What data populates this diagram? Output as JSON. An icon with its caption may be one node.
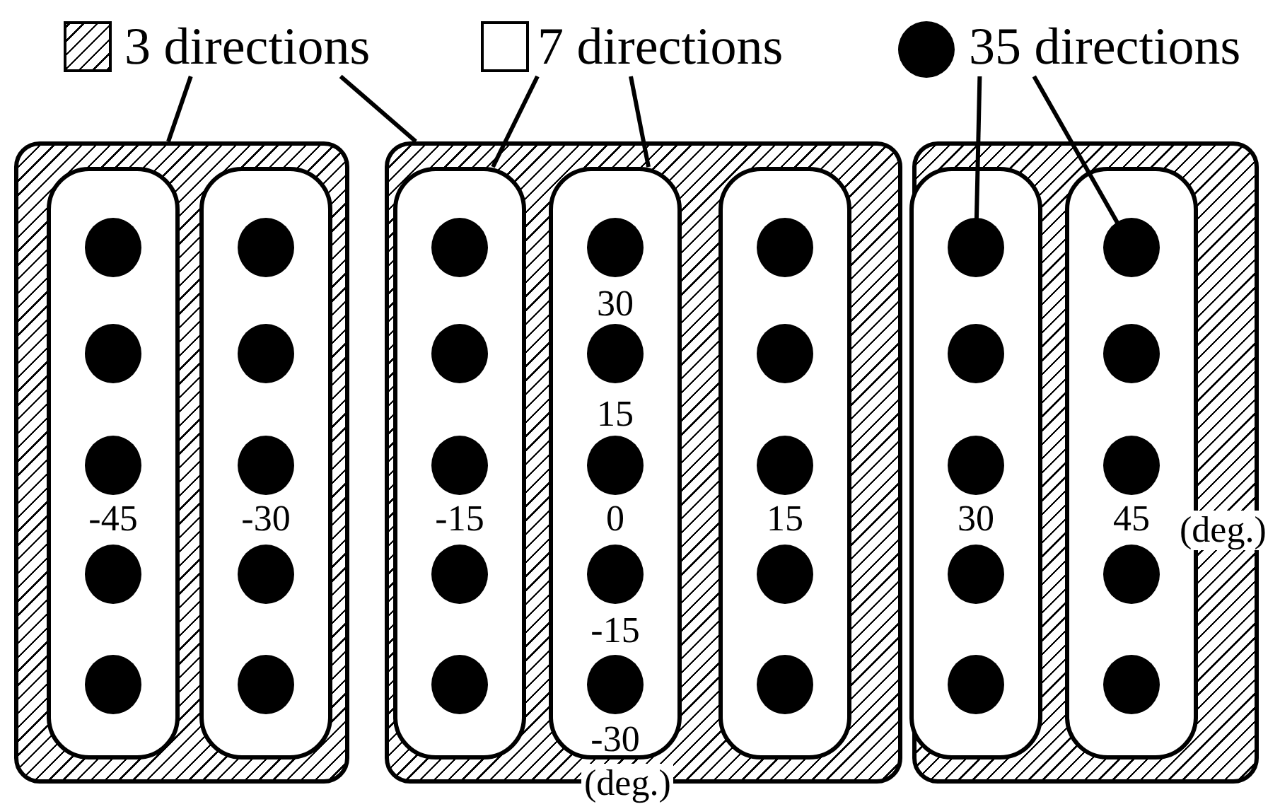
{
  "diagram": {
    "nodes": [
      {
        "text": [
          "3 directions"
        ]
      },
      {
        "text": [
          "7 directions"
        ]
      },
      {
        "text": [
          "35 directions"
        ]
      },
      {
        "text": [],
        "shape": "box"
      },
      {
        "text": [
          "-45"
        ],
        "in": 3
      },
      {
        "text": [],
        "shape": "circle",
        "in": 4
      },
      {
        "text": [],
        "shape": "circle",
        "in": 4
      },
      {
        "text": [],
        "shape": "circle",
        "in": 4
      },
      {
        "text": [],
        "shape": "circle",
        "in": 4
      },
      {
        "text": [],
        "shape": "circle",
        "in": 4
      },
      {
        "text": [
          "-30"
        ],
        "in": 3
      },
      {
        "text": [],
        "shape": "circle",
        "in": 10
      },
      {
        "text": [],
        "shape": "circle",
        "in": 10
      },
      {
        "text": [],
        "shape": "circle",
        "in": 10
      },
      {
        "text": [],
        "shape": "circle",
        "in": 10
      },
      {
        "text": [],
        "shape": "circle",
        "in": 10
      },
      {
        "text": [],
        "shape": "box"
      },
      {
        "text": [
          "-15"
        ],
        "in": 16
      },
      {
        "text": [],
        "shape": "circle",
        "in": 17
      },
      {
        "text": [],
        "shape": "circle",
        "in": 17
      },
      {
        "text": [],
        "shape": "circle",
        "in": 17
      },
      {
        "text": [],
        "shape": "circle",
        "in": 17
      },
      {
        "text": [],
        "shape": "circle",
        "in": 17
      },
      {
        "text": [
          "30",
          "15",
          "0",
          "-15",
          "-30"
        ],
        "in": 16
      },
      {
        "text": [],
        "shape": "circle",
        "in": 23
      },
      {
        "text": [],
        "shape": "circle",
        "in": 23
      },
      {
        "text": [],
        "shape": "circle",
        "in": 23
      },
      {
        "text": [],
        "shape": "circle",
        "in": 23
      },
      {
        "text": [],
        "shape": "circle",
        "in": 23
      },
      {
        "text": [
          "15"
        ],
        "in": 16
      },
      {
        "text": [],
        "shape": "circle",
        "in": 29
      },
      {
        "text": [],
        "shape": "circle",
        "in": 29
      },
      {
        "text": [],
        "shape": "circle",
        "in": 29
      },
      {
        "text": [],
        "shape": "circle",
        "in": 29
      },
      {
        "text": [],
        "shape": "circle",
        "in": 29
      },
      {
        "text": [],
        "shape": "box"
      },
      {
        "text": [
          "30"
        ],
        "in": 35
      },
      {
        "text": [],
        "shape": "circle",
        "in": 36
      },
      {
        "text": [],
        "shape": "circle",
        "in": 36
      },
      {
        "text": [],
        "shape": "circle",
        "in": 36
      },
      {
        "text": [],
        "shape": "circle",
        "in": 36
      },
      {
        "text": [],
        "shape": "circle",
        "in": 36
      },
      {
        "text": [
          "45"
        ],
        "in": 35
      },
      {
        "text": [],
        "shape": "circle",
        "in": 42
      },
      {
        "text": [],
        "shape": "circle",
        "in": 42
      },
      {
        "text": [],
        "shape": "circle",
        "in": 42
      },
      {
        "text": [],
        "shape": "circle",
        "in": 42
      },
      {
        "text": [],
        "shape": "circle",
        "in": 42
      }
    ],
    "edges": [
      {
        "from": 0,
        "to": 3,
        "arrow": "none"
      },
      {
        "from": 0,
        "to": 16,
        "arrow": "none"
      },
      {
        "from": 1,
        "to": 17,
        "arrow": "none"
      },
      {
        "from": 1,
        "to": 23,
        "arrow": "none"
      },
      {
        "from": 2,
        "to": 37,
        "arrow": "none"
      },
      {
        "from": 2,
        "to": 43,
        "arrow": "none"
      }
    ],
    "labels": [
      "(deg.)",
      "(deg.)"
    ]
  }
}
